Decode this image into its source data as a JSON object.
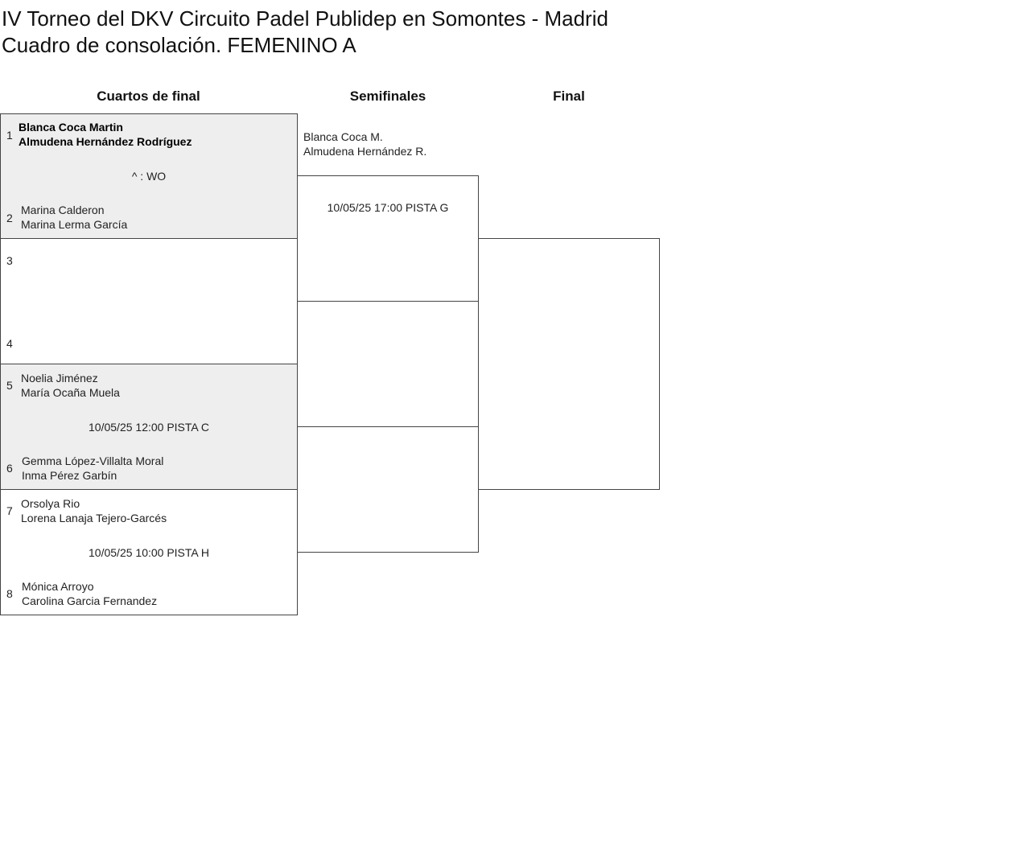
{
  "title": "IV Torneo del DKV Circuito Padel Publidep en Somontes - Madrid",
  "subtitle": "Cuadro de consolación. FEMENINO A",
  "rounds": [
    "Cuartos de final",
    "Semifinales",
    "Final"
  ],
  "quarterfinals": [
    {
      "seed_a": "1",
      "team_a": [
        "Blanca Coca Martin",
        "Almudena Hernández Rodríguez"
      ],
      "info": "^ : WO",
      "seed_b": "2",
      "team_b": [
        "Marina Calderon",
        "Marina Lerma García"
      ]
    },
    {
      "seed_a": "3",
      "team_a": [
        "",
        ""
      ],
      "info": "",
      "seed_b": "4",
      "team_b": [
        "",
        ""
      ]
    },
    {
      "seed_a": "5",
      "team_a": [
        "Noelia Jiménez",
        "María Ocaña Muela"
      ],
      "info": "10/05/25 12:00 PISTA C",
      "seed_b": "6",
      "team_b": [
        "Gemma López-Villalta Moral",
        "Inma Pérez Garbín"
      ]
    },
    {
      "seed_a": "7",
      "team_a": [
        "Orsolya Rio",
        "Lorena Lanaja Tejero-Garcés"
      ],
      "info": "10/05/25 10:00 PISTA H",
      "seed_b": "8",
      "team_b": [
        "Mónica Arroyo",
        "Carolina Garcia Fernandez"
      ]
    }
  ],
  "semifinals": [
    {
      "team_a": [
        "Blanca Coca M.",
        "Almudena Hernández R."
      ],
      "info": "10/05/25 17:00 PISTA G"
    }
  ]
}
